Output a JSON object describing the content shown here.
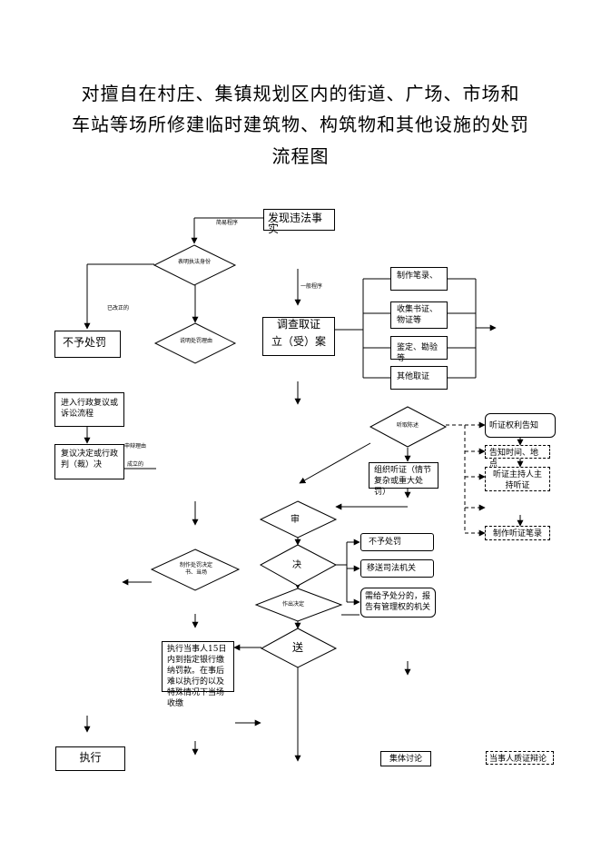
{
  "title": {
    "line1": "对擅自在村庄、集镇规划区内的街道、广场、市场和",
    "line2": "车站等场所修建临时建筑物、构筑物和其他设施的处罚",
    "line3": "流程图"
  },
  "nodes": {
    "discover": "发现违法事实",
    "simple_program": "简易程序",
    "diamond1": "表明执法身份",
    "corrected": "已改正的",
    "no_penalty_left": "不予处罚",
    "diamond2": "说明处罚理由",
    "general_program": "一般程序",
    "investigate": "调查取证",
    "file_case": "立（受）案",
    "make_record": "制作笔录、",
    "collect": "收集书证、物证等",
    "appraise": "鉴定、勘验等",
    "other_evidence": "其他取证",
    "admin_review": "进入行政复议或诉讼流程",
    "review_decision": "复议决定或行政判（裁）决",
    "apply_reason": "申辩理由",
    "established": "成立的",
    "hearing_diamond": "听取陈述",
    "organize_hearing": "组织听证（情节复杂或重大处罚）",
    "notify_rights": "听证权利告知",
    "notify_time": "告知时间、地点",
    "host_hearing": "听证主持人主持听证",
    "hearing_record": "制作听证笔录",
    "review_diamond": "审",
    "decide_diamond": "决",
    "make_decision": "制作处罚决定书、当场",
    "no_penalty_right": "不予处罚",
    "transfer_judicial": "移送司法机关",
    "report_diamond": "作出决定",
    "report_box": "需给予处分的，报告有管理权的机关",
    "deliver_diamond": "送",
    "execute_box": "执行当事人15日内到指定银行缴纳罚款。在事后难以执行的以及特殊情况下当场收缴",
    "execute": "执行",
    "collective": "集体讨论",
    "party_defense": "当事人质证辩论"
  }
}
